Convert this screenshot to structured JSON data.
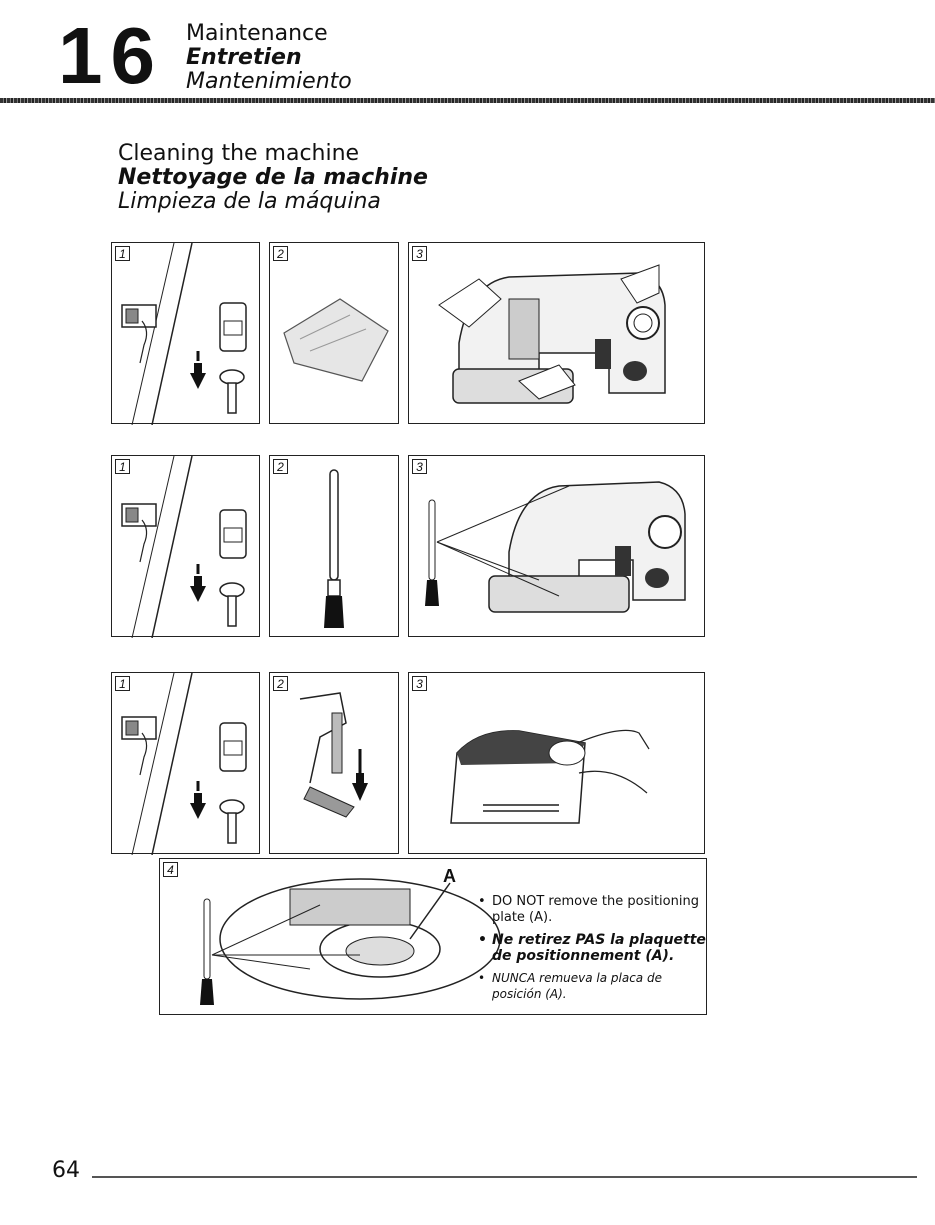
{
  "header": {
    "chapter": "16",
    "title_en": "Maintenance",
    "title_fr": "Entretien",
    "title_es": "Mantenimiento"
  },
  "section": {
    "title_en": "Cleaning the machine",
    "title_fr": "Nettoyage de la machine",
    "title_es": "Limpieza de la máquina"
  },
  "steps": {
    "s1": "1",
    "s2": "2",
    "s3": "3",
    "s4": "4"
  },
  "label_a": "A",
  "notes": {
    "en": "DO NOT remove the positioning plate (A).",
    "fr": "Ne retirez PAS la plaquette de positionnement (A).",
    "es": "NUNCA remueva la placa de posición (A)."
  },
  "page_number": "64"
}
